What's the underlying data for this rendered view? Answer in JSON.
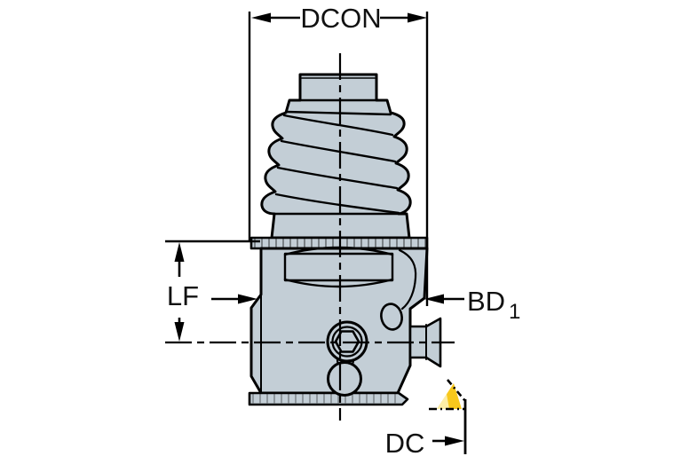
{
  "diagram": {
    "type": "technical-drawing",
    "labels": {
      "dcon": "DCON",
      "lf": "LF",
      "bd": "BD",
      "bd_sub": "1",
      "dc": "DC"
    },
    "colors": {
      "background": "#ffffff",
      "line": "#000000",
      "body_fill": "#c3ced6",
      "insert_yellow": "#f8c81c"
    },
    "icons": {
      "insert": "insert-triangle-icon"
    }
  }
}
